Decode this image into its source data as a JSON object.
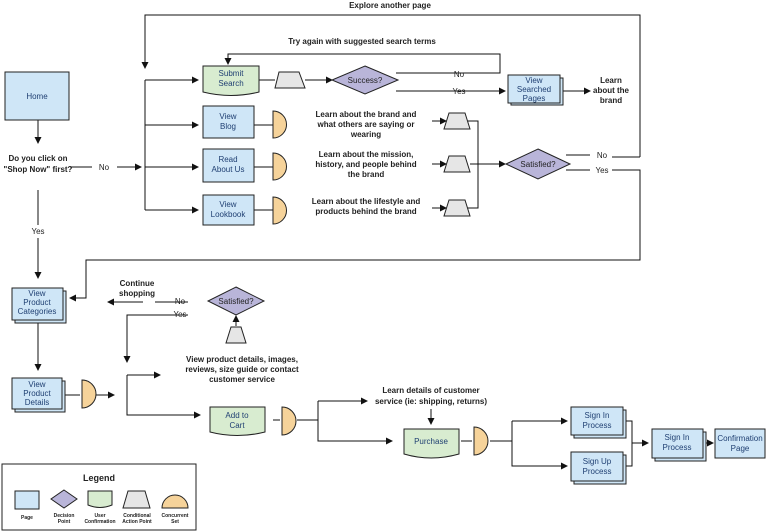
{
  "nodes": {
    "home": "Home",
    "q_shop_now": [
      "Do you click on",
      "\"Shop Now\" first?"
    ],
    "submit_search": [
      "Submit",
      "Search"
    ],
    "view_blog": [
      "View",
      "Blog"
    ],
    "read_about_us": [
      "Read",
      "About Us"
    ],
    "view_lookbook": [
      "View",
      "Lookbook"
    ],
    "success": "Success?",
    "view_searched_pages": [
      "View",
      "Searched",
      "Pages"
    ],
    "satisfied_top": "Satisfied?",
    "view_product_categories": [
      "View",
      "Product",
      "Categories"
    ],
    "satisfied_mid": "Satisfied?",
    "view_product_details": [
      "View",
      "Product",
      "Details"
    ],
    "add_to_cart": [
      "Add to",
      "Cart"
    ],
    "purchase": "Purchase",
    "sign_in_process": [
      "Sign In",
      "Process"
    ],
    "sign_up_process": [
      "Sign Up",
      "Process"
    ],
    "sign_in_process_2": [
      "Sign In",
      "Process"
    ],
    "confirmation_page": [
      "Confirmation",
      "Page"
    ]
  },
  "labels": {
    "explore_another_page": "Explore another page",
    "try_again": "Try again with suggested search terms",
    "no": "No",
    "yes": "Yes",
    "learn_brand": [
      "Learn",
      "about the",
      "brand"
    ],
    "blog_desc": [
      "Learn about the brand and",
      "what others are saying or",
      "wearing"
    ],
    "about_desc": [
      "Learn about the mission,",
      "history, and people behind",
      "the brand"
    ],
    "lookbook_desc": [
      "Learn about the lifestyle and",
      "products behind the brand"
    ],
    "continue_shopping": [
      "Continue",
      "shopping"
    ],
    "details_desc": [
      "View product details, images,",
      "reviews, size guide or contact",
      "customer service"
    ],
    "service_desc": [
      "Learn details of customer",
      "service (ie: shipping, returns)"
    ]
  },
  "legend": {
    "title": "Legend",
    "items": [
      {
        "label": [
          "Page"
        ],
        "shape": "page"
      },
      {
        "label": [
          "Decision",
          "Point"
        ],
        "shape": "decision"
      },
      {
        "label": [
          "User",
          "Confirmation"
        ],
        "shape": "confirmation"
      },
      {
        "label": [
          "Conditional",
          "Action Point"
        ],
        "shape": "conditional-action"
      },
      {
        "label": [
          "Concurrent",
          "Set"
        ],
        "shape": "concurrent-set"
      }
    ]
  },
  "colors": {
    "page": "#cfe6f7",
    "decision": "#b9b5d9",
    "confirmation": "#d8ecd0",
    "conditional": "#e6e6e6",
    "concurrent": "#f6d39a",
    "page_text": "#1f3f72"
  }
}
